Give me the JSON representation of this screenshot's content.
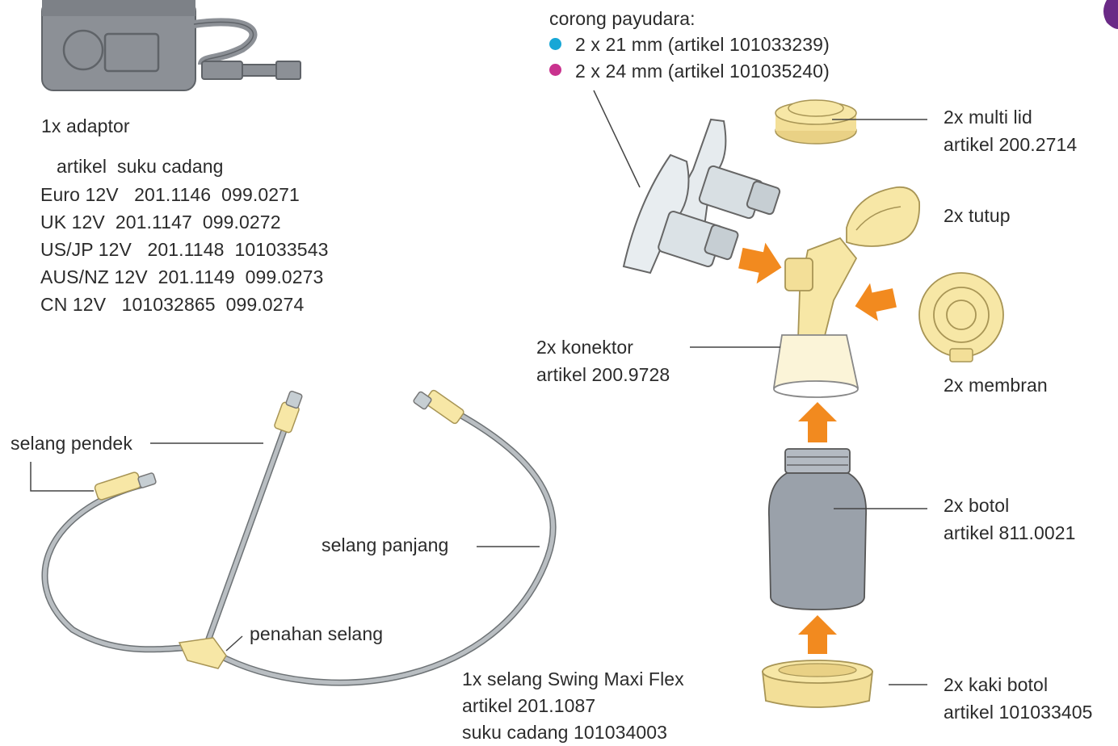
{
  "colors": {
    "yellow": "#f7e7a6",
    "yellow_dark": "#e9d185",
    "orange": "#f28a1f",
    "gray_bottle": "#9aa1aa",
    "gray_device": "#8c9096",
    "tube": "#a8adb1",
    "dot_cyan": "#17a7d6",
    "dot_magenta": "#c9328e",
    "purple_accent": "#6a2a86"
  },
  "adaptor": {
    "title": "1x adaptor",
    "header": "artikel  suku cadang",
    "rows": [
      "Euro 12V   201.1146  099.0271",
      "UK 12V  201.1147  099.0272",
      "US/JP 12V   201.1148  101033543",
      "AUS/NZ 12V  201.1149  099.0273",
      "CN 12V   101032865  099.0274"
    ]
  },
  "funnel": {
    "title": "corong payudara:",
    "items": [
      {
        "text": "2 x 21 mm (artikel 101033239)",
        "color": "#17a7d6"
      },
      {
        "text": "2 x 24 mm (artikel 101035240)",
        "color": "#c9328e"
      }
    ]
  },
  "parts": {
    "multi_lid": {
      "line1": "2x multi lid",
      "line2": "artikel 200.2714"
    },
    "tutup": {
      "line1": "2x tutup"
    },
    "membran": {
      "line1": "2x membran"
    },
    "konektor": {
      "line1": "2x konektor",
      "line2": "artikel 200.9728"
    },
    "botol": {
      "line1": "2x botol",
      "line2": "artikel 811.0021"
    },
    "kaki_botol": {
      "line1": "2x kaki botol",
      "line2": "artikel 101033405"
    }
  },
  "tubing": {
    "short": "selang pendek",
    "long": "selang panjang",
    "holder": "penahan selang",
    "set": {
      "line1": "1x selang Swing Maxi Flex",
      "line2": "artikel 201.1087",
      "line3": "suku cadang 101034003"
    }
  }
}
